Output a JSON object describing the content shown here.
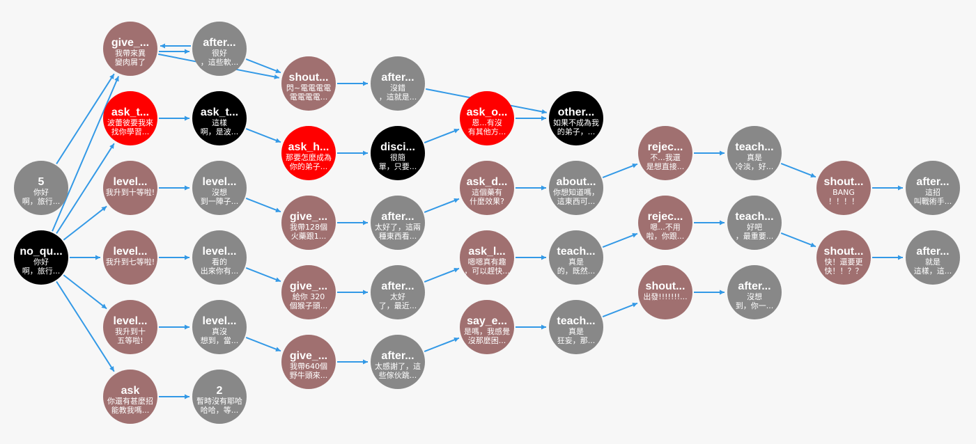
{
  "colors": {
    "background": "#f7f7f7",
    "edge": "#3399e6",
    "node_types": {
      "player": "#a07070",
      "npc": "#888888",
      "start": "#000000",
      "highlight": "#ff0000"
    }
  },
  "nodes": [
    {
      "id": "n_5",
      "type": "npc",
      "title": "5",
      "lines": [
        "你好",
        "啊，旅行..."
      ]
    },
    {
      "id": "n_noqu",
      "type": "start",
      "title": "no_qu...",
      "lines": [
        "你好",
        "啊，旅行..."
      ]
    },
    {
      "id": "n_give1",
      "type": "player",
      "title": "give_...",
      "lines": [
        "我帶來異",
        "變肉屑了"
      ]
    },
    {
      "id": "n_askt1",
      "type": "highlight",
      "title": "ask_t...",
      "lines": [
        "波蕾彼要我來",
        "找你學習..."
      ]
    },
    {
      "id": "n_level1",
      "type": "player",
      "title": "level...",
      "lines": [
        "我升到十等啦!"
      ]
    },
    {
      "id": "n_level2",
      "type": "player",
      "title": "level...",
      "lines": [
        "我升到七等啦!"
      ]
    },
    {
      "id": "n_level3",
      "type": "player",
      "title": "level...",
      "lines": [
        "我升到十",
        "五等啦!"
      ]
    },
    {
      "id": "n_ask",
      "type": "player",
      "title": "ask",
      "lines": [
        "你還有甚麼招",
        "能教我嗎..."
      ]
    },
    {
      "id": "n_after1",
      "type": "npc",
      "title": "after...",
      "lines": [
        "很好",
        "，這些軟..."
      ]
    },
    {
      "id": "n_askt2",
      "type": "start",
      "title": "ask_t...",
      "lines": [
        "這樣",
        "啊，是波..."
      ]
    },
    {
      "id": "n_level4",
      "type": "npc",
      "title": "level...",
      "lines": [
        "沒想",
        "到一陣子..."
      ]
    },
    {
      "id": "n_level5",
      "type": "npc",
      "title": "level...",
      "lines": [
        "看的",
        "出來你有..."
      ]
    },
    {
      "id": "n_level6",
      "type": "npc",
      "title": "level...",
      "lines": [
        "真沒",
        "想到，當..."
      ]
    },
    {
      "id": "n_2",
      "type": "npc",
      "title": "2",
      "lines": [
        "暫時沒有耶哈",
        "哈哈，等..."
      ]
    },
    {
      "id": "n_shout1",
      "type": "player",
      "title": "shout...",
      "lines": [
        "閃~電電電電",
        "電電電電..."
      ]
    },
    {
      "id": "n_askh",
      "type": "highlight",
      "title": "ask_h...",
      "lines": [
        "那要怎麼成為",
        "你的弟子..."
      ]
    },
    {
      "id": "n_give2",
      "type": "player",
      "title": "give_...",
      "lines": [
        "我帶128個",
        "火藥跟1..."
      ]
    },
    {
      "id": "n_give3",
      "type": "player",
      "title": "give_...",
      "lines": [
        "給你 320",
        "個猴子頭..."
      ]
    },
    {
      "id": "n_give4",
      "type": "player",
      "title": "give_...",
      "lines": [
        "我帶640個",
        "野牛頭來..."
      ]
    },
    {
      "id": "n_after2",
      "type": "npc",
      "title": "after...",
      "lines": [
        "沒錯",
        "，這就是..."
      ]
    },
    {
      "id": "n_disci",
      "type": "start",
      "title": "disci...",
      "lines": [
        "很簡",
        "單，只要..."
      ]
    },
    {
      "id": "n_after3",
      "type": "npc",
      "title": "after...",
      "lines": [
        "太好了，這兩",
        "種東西看..."
      ]
    },
    {
      "id": "n_after4",
      "type": "npc",
      "title": "after...",
      "lines": [
        "太好",
        "了，最近..."
      ]
    },
    {
      "id": "n_after5",
      "type": "npc",
      "title": "after...",
      "lines": [
        "太感謝了，這",
        "些傢伙跳..."
      ]
    },
    {
      "id": "n_asko",
      "type": "highlight",
      "title": "ask_o...",
      "lines": [
        "恩...有沒",
        "有其他方..."
      ]
    },
    {
      "id": "n_askd",
      "type": "player",
      "title": "ask_d...",
      "lines": [
        "這個藥有",
        "什麼效果?"
      ]
    },
    {
      "id": "n_askl",
      "type": "player",
      "title": "ask_l...",
      "lines": [
        "嗯嗯真有趣",
        "，可以趕快..."
      ]
    },
    {
      "id": "n_saye",
      "type": "player",
      "title": "say_e...",
      "lines": [
        "是嗎，我感覺",
        "沒那麼困..."
      ]
    },
    {
      "id": "n_other",
      "type": "start",
      "title": "other...",
      "lines": [
        "如果不成為我",
        "的弟子，..."
      ]
    },
    {
      "id": "n_about",
      "type": "npc",
      "title": "about...",
      "lines": [
        "你想知道嗎，",
        "這東西可..."
      ]
    },
    {
      "id": "n_teach1",
      "type": "npc",
      "title": "teach...",
      "lines": [
        "真是",
        "的，既然..."
      ]
    },
    {
      "id": "n_teach2",
      "type": "npc",
      "title": "teach...",
      "lines": [
        "真是",
        "狂妄，那..."
      ]
    },
    {
      "id": "n_rejec1",
      "type": "player",
      "title": "rejec...",
      "lines": [
        "不...我還",
        "是想直接..."
      ]
    },
    {
      "id": "n_rejec2",
      "type": "player",
      "title": "rejec...",
      "lines": [
        "嗯...不用",
        "啦，你跟..."
      ]
    },
    {
      "id": "n_shout2",
      "type": "player",
      "title": "shout...",
      "lines": [
        "出發!!!!!!!..."
      ]
    },
    {
      "id": "n_teach3",
      "type": "npc",
      "title": "teach...",
      "lines": [
        "真是",
        "冷淡，好..."
      ]
    },
    {
      "id": "n_teach4",
      "type": "npc",
      "title": "teach...",
      "lines": [
        "好吧",
        "，最重要..."
      ]
    },
    {
      "id": "n_after6",
      "type": "npc",
      "title": "after...",
      "lines": [
        "沒想",
        "到，你一..."
      ]
    },
    {
      "id": "n_shout3",
      "type": "player",
      "title": "shout...",
      "lines": [
        "BANG",
        "！！！！"
      ]
    },
    {
      "id": "n_shout4",
      "type": "player",
      "title": "shout...",
      "lines": [
        "快！還要更",
        "快！！？？"
      ]
    },
    {
      "id": "n_after7",
      "type": "npc",
      "title": "after...",
      "lines": [
        "這招",
        "叫戰術手..."
      ]
    },
    {
      "id": "n_after8",
      "type": "npc",
      "title": "after...",
      "lines": [
        "就是",
        "這樣，這..."
      ]
    }
  ],
  "edges": [
    [
      "n_noqu",
      "n_give1"
    ],
    [
      "n_noqu",
      "n_askt1"
    ],
    [
      "n_noqu",
      "n_level1"
    ],
    [
      "n_noqu",
      "n_level2"
    ],
    [
      "n_noqu",
      "n_level3"
    ],
    [
      "n_noqu",
      "n_ask"
    ],
    [
      "n_5",
      "n_give1"
    ],
    [
      "n_give1",
      "n_after1"
    ],
    [
      "n_after1",
      "n_give1"
    ],
    [
      "n_give1",
      "n_shout1"
    ],
    [
      "n_askt1",
      "n_askt2"
    ],
    [
      "n_level1",
      "n_level4"
    ],
    [
      "n_level2",
      "n_level5"
    ],
    [
      "n_level3",
      "n_level6"
    ],
    [
      "n_ask",
      "n_2"
    ],
    [
      "n_after1",
      "n_shout1"
    ],
    [
      "n_askt2",
      "n_askh"
    ],
    [
      "n_level4",
      "n_give2"
    ],
    [
      "n_level5",
      "n_give3"
    ],
    [
      "n_level6",
      "n_give4"
    ],
    [
      "n_shout1",
      "n_after2"
    ],
    [
      "n_askh",
      "n_disci"
    ],
    [
      "n_give2",
      "n_after3"
    ],
    [
      "n_give3",
      "n_after4"
    ],
    [
      "n_give4",
      "n_after5"
    ],
    [
      "n_after2",
      "n_other"
    ],
    [
      "n_disci",
      "n_asko"
    ],
    [
      "n_after3",
      "n_askd"
    ],
    [
      "n_after4",
      "n_askl"
    ],
    [
      "n_after5",
      "n_saye"
    ],
    [
      "n_asko",
      "n_other"
    ],
    [
      "n_askd",
      "n_about"
    ],
    [
      "n_askl",
      "n_teach1"
    ],
    [
      "n_saye",
      "n_teach2"
    ],
    [
      "n_about",
      "n_rejec1"
    ],
    [
      "n_teach1",
      "n_rejec2"
    ],
    [
      "n_teach2",
      "n_shout2"
    ],
    [
      "n_rejec1",
      "n_teach3"
    ],
    [
      "n_rejec2",
      "n_teach4"
    ],
    [
      "n_shout2",
      "n_after6"
    ],
    [
      "n_teach3",
      "n_shout3"
    ],
    [
      "n_teach4",
      "n_shout4"
    ],
    [
      "n_shout3",
      "n_after7"
    ],
    [
      "n_shout4",
      "n_after8"
    ]
  ]
}
